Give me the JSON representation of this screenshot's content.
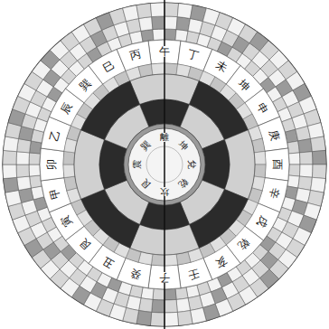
{
  "diagram": {
    "labels": [
      "坎",
      "艮",
      "震",
      "巽",
      "離",
      "坤",
      "兌",
      "乾",
      "壬",
      "子",
      "癸",
      "丑",
      "艮",
      "寅",
      "甲",
      "卯",
      "乙",
      "辰",
      "巽",
      "巳",
      "丙",
      "午",
      "丁",
      "未",
      "坤",
      "申",
      "庚",
      "酉",
      "辛",
      "戌",
      "乾",
      "亥"
    ]
  }
}
